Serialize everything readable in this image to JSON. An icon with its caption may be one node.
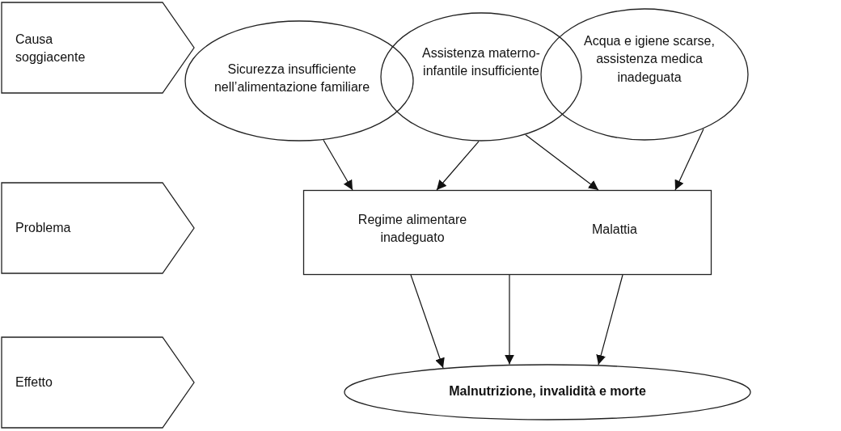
{
  "diagram": {
    "nodes": [
      {
        "text": [
          "Causa soggiacente"
        ]
      },
      {
        "text": [
          "Problema"
        ]
      },
      {
        "text": [
          "Effetto"
        ]
      },
      {
        "text": [
          "Sicurezza insufficiente nell’alimentazione familiare"
        ]
      },
      {
        "text": [
          "Assistenza materno-infantile insufficiente"
        ]
      },
      {
        "text": [
          "Acqua e igiene scarse, assistenza medica inadeguata"
        ]
      },
      {
        "text": [
          "Regime alimentare inadeguato",
          "Malattia"
        ]
      },
      {
        "text": [
          "Malnutrizione, invalidità e morte"
        ]
      }
    ],
    "edges": [
      {
        "from": 3,
        "to": 6,
        "arrow": "to"
      },
      {
        "from": 4,
        "to": 6,
        "arrow": "to"
      },
      {
        "from": 4,
        "to": 6,
        "arrow": "to"
      },
      {
        "from": 5,
        "to": 6,
        "arrow": "to"
      },
      {
        "from": 6,
        "to": 7,
        "arrow": "to"
      },
      {
        "from": 6,
        "to": 7,
        "arrow": "to"
      },
      {
        "from": 6,
        "to": 7,
        "arrow": "to"
      }
    ]
  }
}
